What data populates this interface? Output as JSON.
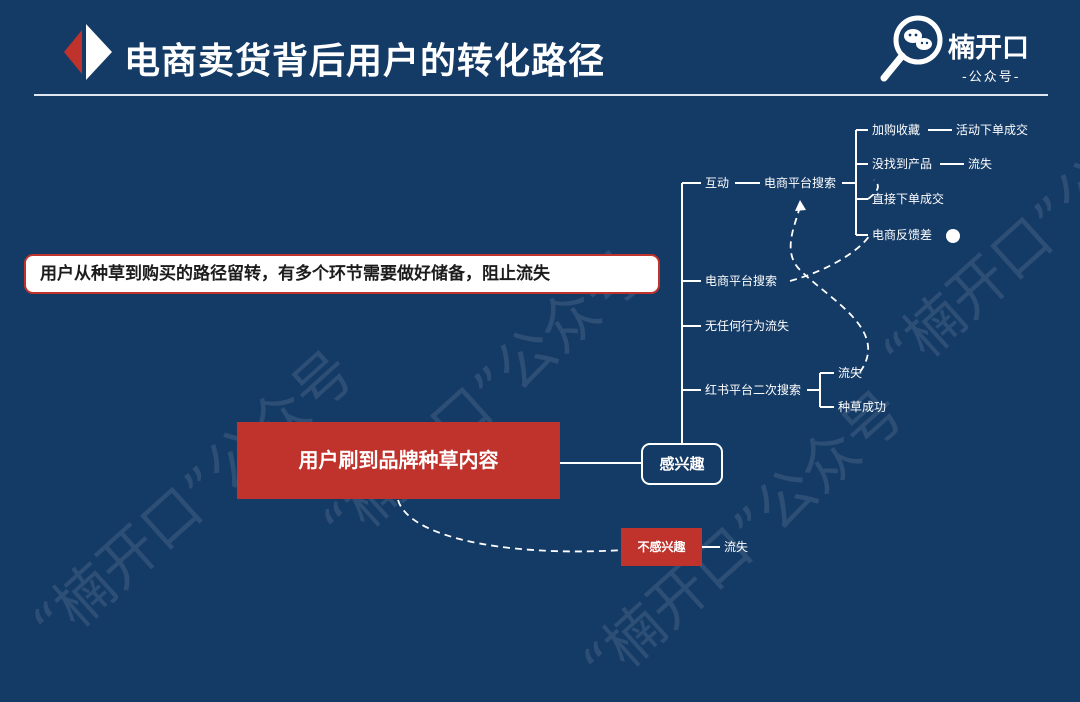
{
  "header": {
    "title": "电商卖货背后用户的转化路径",
    "logo_name": "楠开口",
    "logo_sub": "-公众号-"
  },
  "watermark": {
    "text": "“楠开口”公众号"
  },
  "callout": "用户从种草到购买的路径留转，有多个环节需要做好储备，阻止流失",
  "diagram": {
    "root": "用户刷到品牌种草内容",
    "interested": "感兴趣",
    "not_interested": "不感兴趣",
    "not_interested_result": "流失",
    "branches": {
      "interact": "互动",
      "interact_next": "电商平台搜索",
      "platform_search": "电商平台搜索",
      "no_action": "无任何行为流失",
      "xhs_search": "红书平台二次搜索"
    },
    "search_outcomes": {
      "cart": "加购收藏",
      "cart_next": "活动下单成交",
      "not_found": "没找到产品",
      "not_found_next": "流失",
      "direct": "直接下单成交",
      "feedback": "电商反馈差"
    },
    "xhs_outcomes": {
      "lost": "流失",
      "success": "种草成功"
    }
  }
}
